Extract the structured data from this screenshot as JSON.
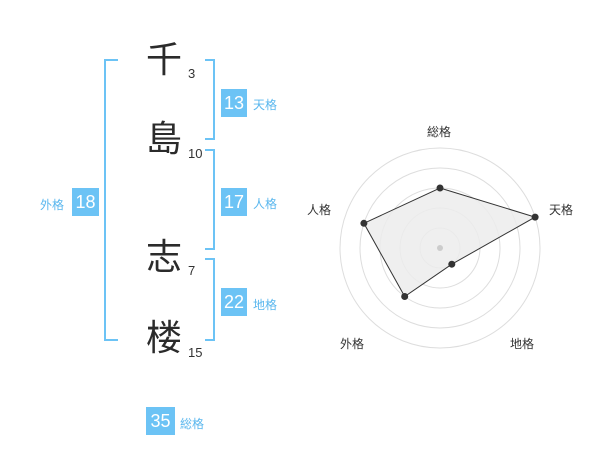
{
  "colors": {
    "accent": "#6cc3f5",
    "bracket": "#6cc3f5",
    "accent_text": "#5ab7ee"
  },
  "name_characters": [
    {
      "char": "千",
      "strokes": "3"
    },
    {
      "char": "島",
      "strokes": "10"
    },
    {
      "char": "志",
      "strokes": "7"
    },
    {
      "char": "楼",
      "strokes": "15"
    }
  ],
  "kakusu": {
    "tenkaku": {
      "value": "13",
      "label": "天格"
    },
    "jinkaku": {
      "value": "17",
      "label": "人格"
    },
    "chikaku": {
      "value": "22",
      "label": "地格"
    },
    "gaikaku": {
      "value": "18",
      "label": "外格"
    },
    "soukaku": {
      "value": "35",
      "label": "総格"
    }
  },
  "chart_data": {
    "type": "radar",
    "axes": [
      "総格",
      "天格",
      "地格",
      "外格",
      "人格"
    ],
    "values": [
      3,
      5,
      1,
      3,
      4
    ],
    "rmax": 5,
    "rings": 5,
    "fill": "#ececec",
    "ring_color": "#dddddd",
    "line_color": "#333333"
  }
}
